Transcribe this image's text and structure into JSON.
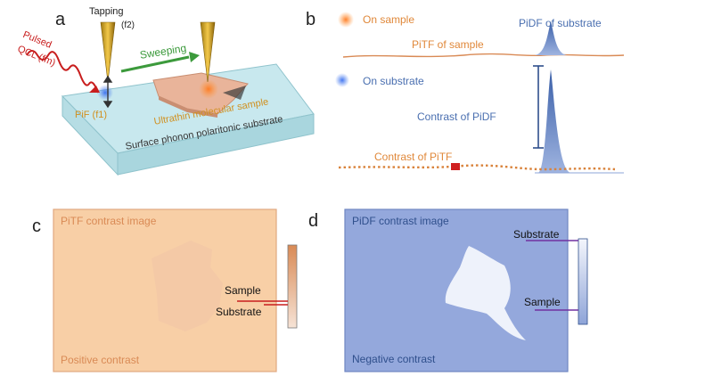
{
  "panels": {
    "a": {
      "letter": "a",
      "tapping": "Tapping",
      "tapping_freq": "(f2)",
      "qcl_line1": "Pulsed",
      "qcl_line2": "QCL (fm)",
      "sweeping": "Sweeping",
      "pif": "PiF (f1)",
      "sample": "Ultrathin molecular sample",
      "substrate": "Surface phonon polaritonic substrate"
    },
    "b": {
      "letter": "b",
      "on_sample": "On sample",
      "pidf_substrate": "PiDF of substrate",
      "pitf_sample": "PiTF of sample",
      "on_substrate": "On substrate",
      "contrast_pidf": "Contrast of PiDF",
      "contrast_pitf": "Contrast of PiTF"
    },
    "c": {
      "letter": "c",
      "title": "PiTF contrast image",
      "sample": "Sample",
      "substrate": "Substrate",
      "footer": "Positive contrast"
    },
    "d": {
      "letter": "d",
      "title": "PiDF contrast image",
      "substrate": "Substrate",
      "sample": "Sample",
      "footer": "Negative contrast"
    }
  },
  "colors": {
    "orange": "#e0883a",
    "blue": "#4a6fb0",
    "red": "#d02020",
    "purple": "#7030a0",
    "pitf_bg": "#f8cfa6",
    "pidf_bg": "#94a8dc"
  }
}
